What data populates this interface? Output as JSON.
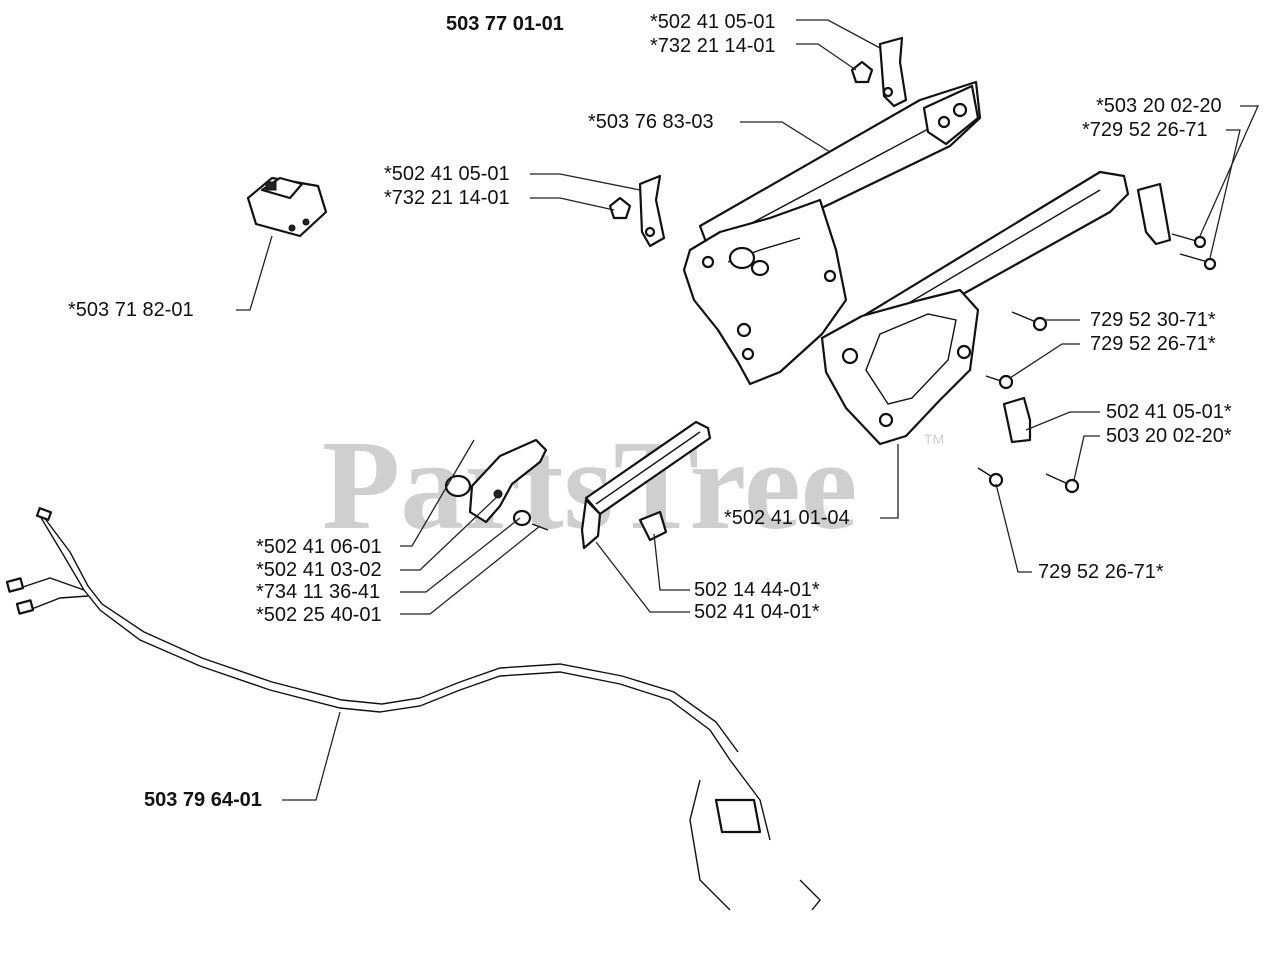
{
  "assembly_number": "503 77 01-01",
  "watermark": {
    "text": "PartsTree",
    "tm": "TM"
  },
  "labels": {
    "a1": "*502 41 05-01",
    "a2": "*732 21 14-01",
    "b1": "*503 76 83-03",
    "c1": "*503 20 02-20",
    "c2": "*729 52 26-71",
    "d1": "*502 41 05-01",
    "d2": "*732 21 14-01",
    "e1": "*503 71 82-01",
    "f1": "729 52 30-71*",
    "f2": "729 52 26-71*",
    "g1": "502 41 05-01*",
    "g2": "503 20 02-20*",
    "h1": "*502 41 01-04",
    "i1": "729 52 26-71*",
    "j1": "*502 41 06-01",
    "j2": "*502 41 03-02",
    "j3": "*734 11 36-41",
    "j4": "*502 25 40-01",
    "k1": "502 14 44-01*",
    "k2": "502 41 04-01*",
    "l1": "503 79 64-01"
  }
}
